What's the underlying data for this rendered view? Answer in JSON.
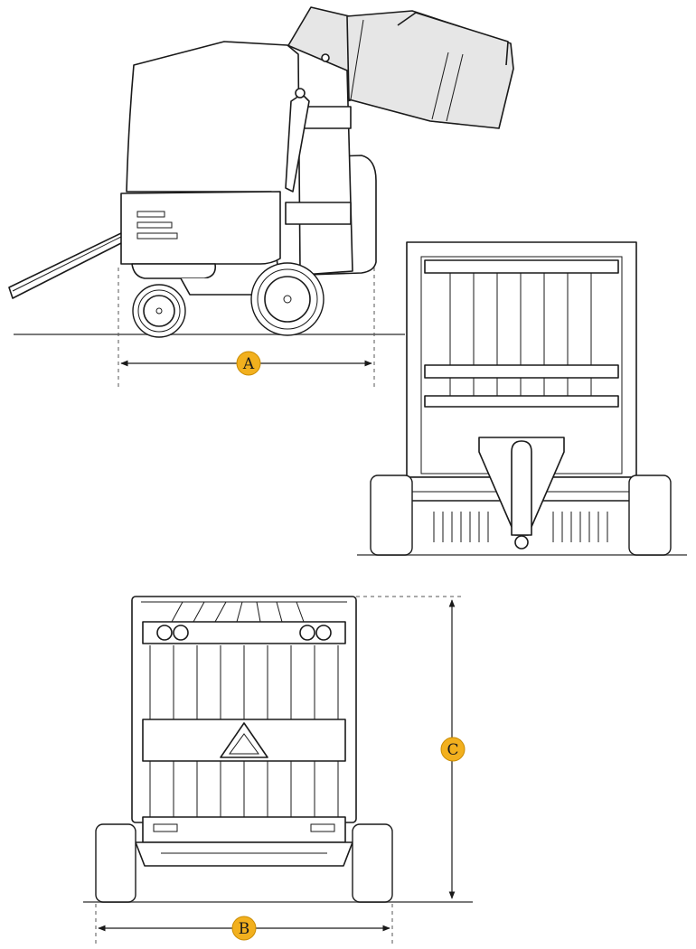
{
  "dimensions": [
    {
      "id": "A",
      "label": "A"
    },
    {
      "id": "B",
      "label": "B"
    },
    {
      "id": "C",
      "label": "C"
    }
  ],
  "colors": {
    "marker_fill": "#f2b01e",
    "line": "#1a1a1a",
    "tailgate_fill": "#e6e6e6"
  }
}
